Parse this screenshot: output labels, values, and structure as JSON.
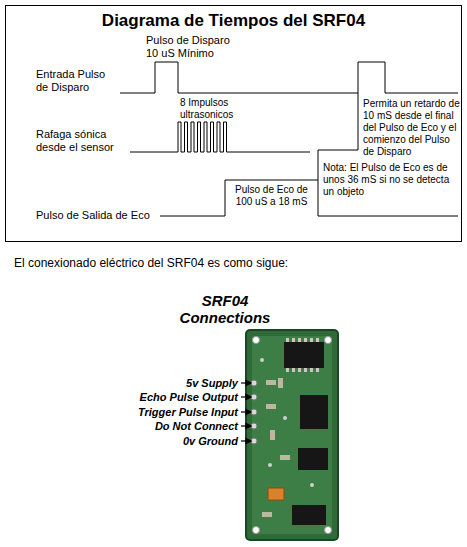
{
  "diagram": {
    "title": "Diagrama de Tiempos del SRF04",
    "labels": [
      "Pulso de Disparo 10 uS Mínimo",
      "Entrada Pulso de Disparo",
      "8 Impulsos ultrasonicos",
      "Rafaga sónica desde el sensor",
      "Permita un retardo de 10 mS desde el final del Pulso de Eco y el comienzo del Pulso de Disparo",
      "Pulso de Eco de 100 uS a 18 mS",
      "Nota: El Pulso de Eco es de unos 36 mS si no se detecta un objeto",
      "Pulso de Salida de Eco",
      "El conexionado eléctrico del SRF04 es como sigue:",
      "SRF04 Connections",
      "5v Supply",
      "Echo Pulse Output",
      "Trigger Pulse Input",
      "Do Not Connect",
      "0v Ground"
    ]
  }
}
